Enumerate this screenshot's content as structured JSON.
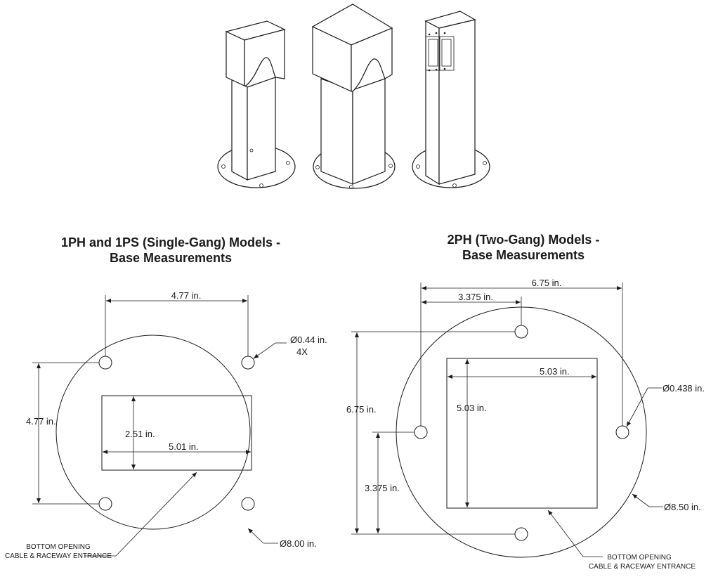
{
  "left": {
    "title_line1": "1PH and 1PS (Single-Gang) Models -",
    "title_line2": "Base Measurements",
    "dim_hole_spacing_h": "4.77 in.",
    "dim_hole_spacing_v": "4.77 in.",
    "dim_hole_dia": "0.44 in.",
    "dim_hole_count": "4X",
    "dim_opening_h": "2.51 in.",
    "dim_opening_w": "5.01 in.",
    "dim_base_dia": "8.00 in.",
    "note_line1": "BOTTOM OPENING",
    "note_line2": "CABLE & RACEWAY ENTRANCE"
  },
  "right": {
    "title_line1": "2PH (Two-Gang) Models -",
    "title_line2": "Base Measurements",
    "dim_overall_h": "6.75 in.",
    "dim_half_h": "3.375 in.",
    "dim_overall_v": "6.75 in.",
    "dim_half_v": "3.375 in.",
    "dim_opening_w": "5.03 in.",
    "dim_opening_h": "5.03 in.",
    "dim_hole_dia": "0.438 in.",
    "dim_base_dia": "8.50 in.",
    "note_line1": "BOTTOM OPENING",
    "note_line2": "CABLE & RACEWAY ENTRANCE"
  },
  "symbols": {
    "diameter": "Ø"
  }
}
